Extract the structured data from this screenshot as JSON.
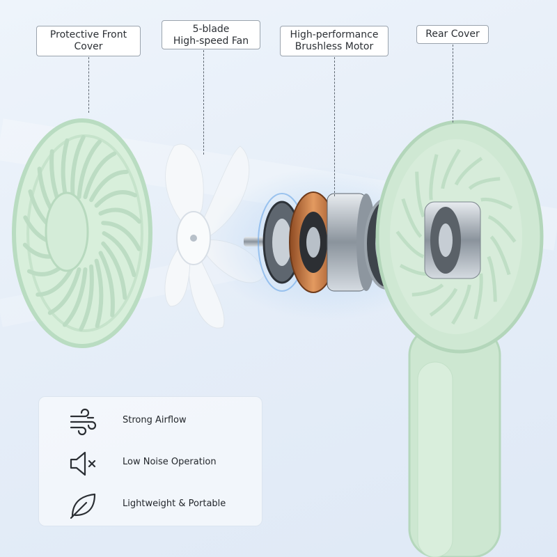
{
  "callouts": [
    {
      "id": "front-cover",
      "lines": [
        "Protective Front",
        "Cover"
      ]
    },
    {
      "id": "fan-blade",
      "lines": [
        "5-blade",
        "High-speed Fan"
      ]
    },
    {
      "id": "motor",
      "lines": [
        "High-performance",
        "Brushless Motor"
      ]
    },
    {
      "id": "rear-cover",
      "lines": [
        "Rear Cover"
      ]
    }
  ],
  "features": [
    {
      "icon": "wind-icon",
      "label": "Strong Airflow"
    },
    {
      "icon": "speaker-mute-icon",
      "label": "Low Noise Operation"
    },
    {
      "icon": "leaf-icon",
      "label": "Lightweight & Portable"
    }
  ],
  "colors": {
    "mint": "#cfe9d4",
    "mint_dark": "#a9d3b2",
    "copper": "#c8753e",
    "steel": "#9aa3ab",
    "glow": "#6aa6e8"
  }
}
